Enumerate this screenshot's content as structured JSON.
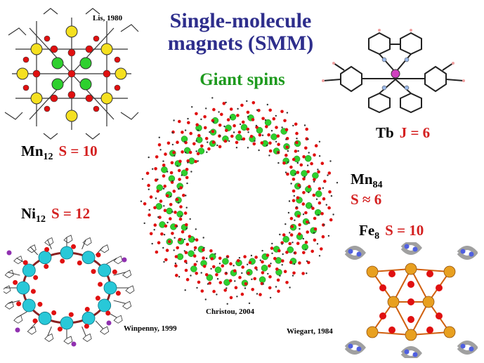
{
  "title_line1": "Single-molecule",
  "title_line2": "magnets (SMM)",
  "subtitle": "Giant spins",
  "molecules": {
    "mn12": {
      "element": "Mn",
      "count": "12",
      "spin": "S = 10",
      "citation": "Lis, 1980"
    },
    "tb": {
      "element": "Tb",
      "spin": "J = 6"
    },
    "mn84": {
      "element": "Mn",
      "count": "84",
      "spin": "S ≈ 6",
      "citation": "Christou, 2004"
    },
    "ni12": {
      "element": "Ni",
      "count": "12",
      "spin": "S = 12",
      "citation": "Winpenny, 1999"
    },
    "fe8": {
      "element": "Fe",
      "count": "8",
      "spin": "S = 10",
      "citation": "Wiegart, 1984"
    }
  },
  "colors": {
    "title": "#2e2e8c",
    "subtitle": "#1e9a1e",
    "spin": "#d42020",
    "oxygen": "#e01010",
    "manganese": "#2ed02e",
    "nickel": "#28c8d8",
    "iron": "#e8a020",
    "yellow_atom": "#f5e020",
    "carbon": "#555555",
    "nitrogen": "#8888ff"
  }
}
